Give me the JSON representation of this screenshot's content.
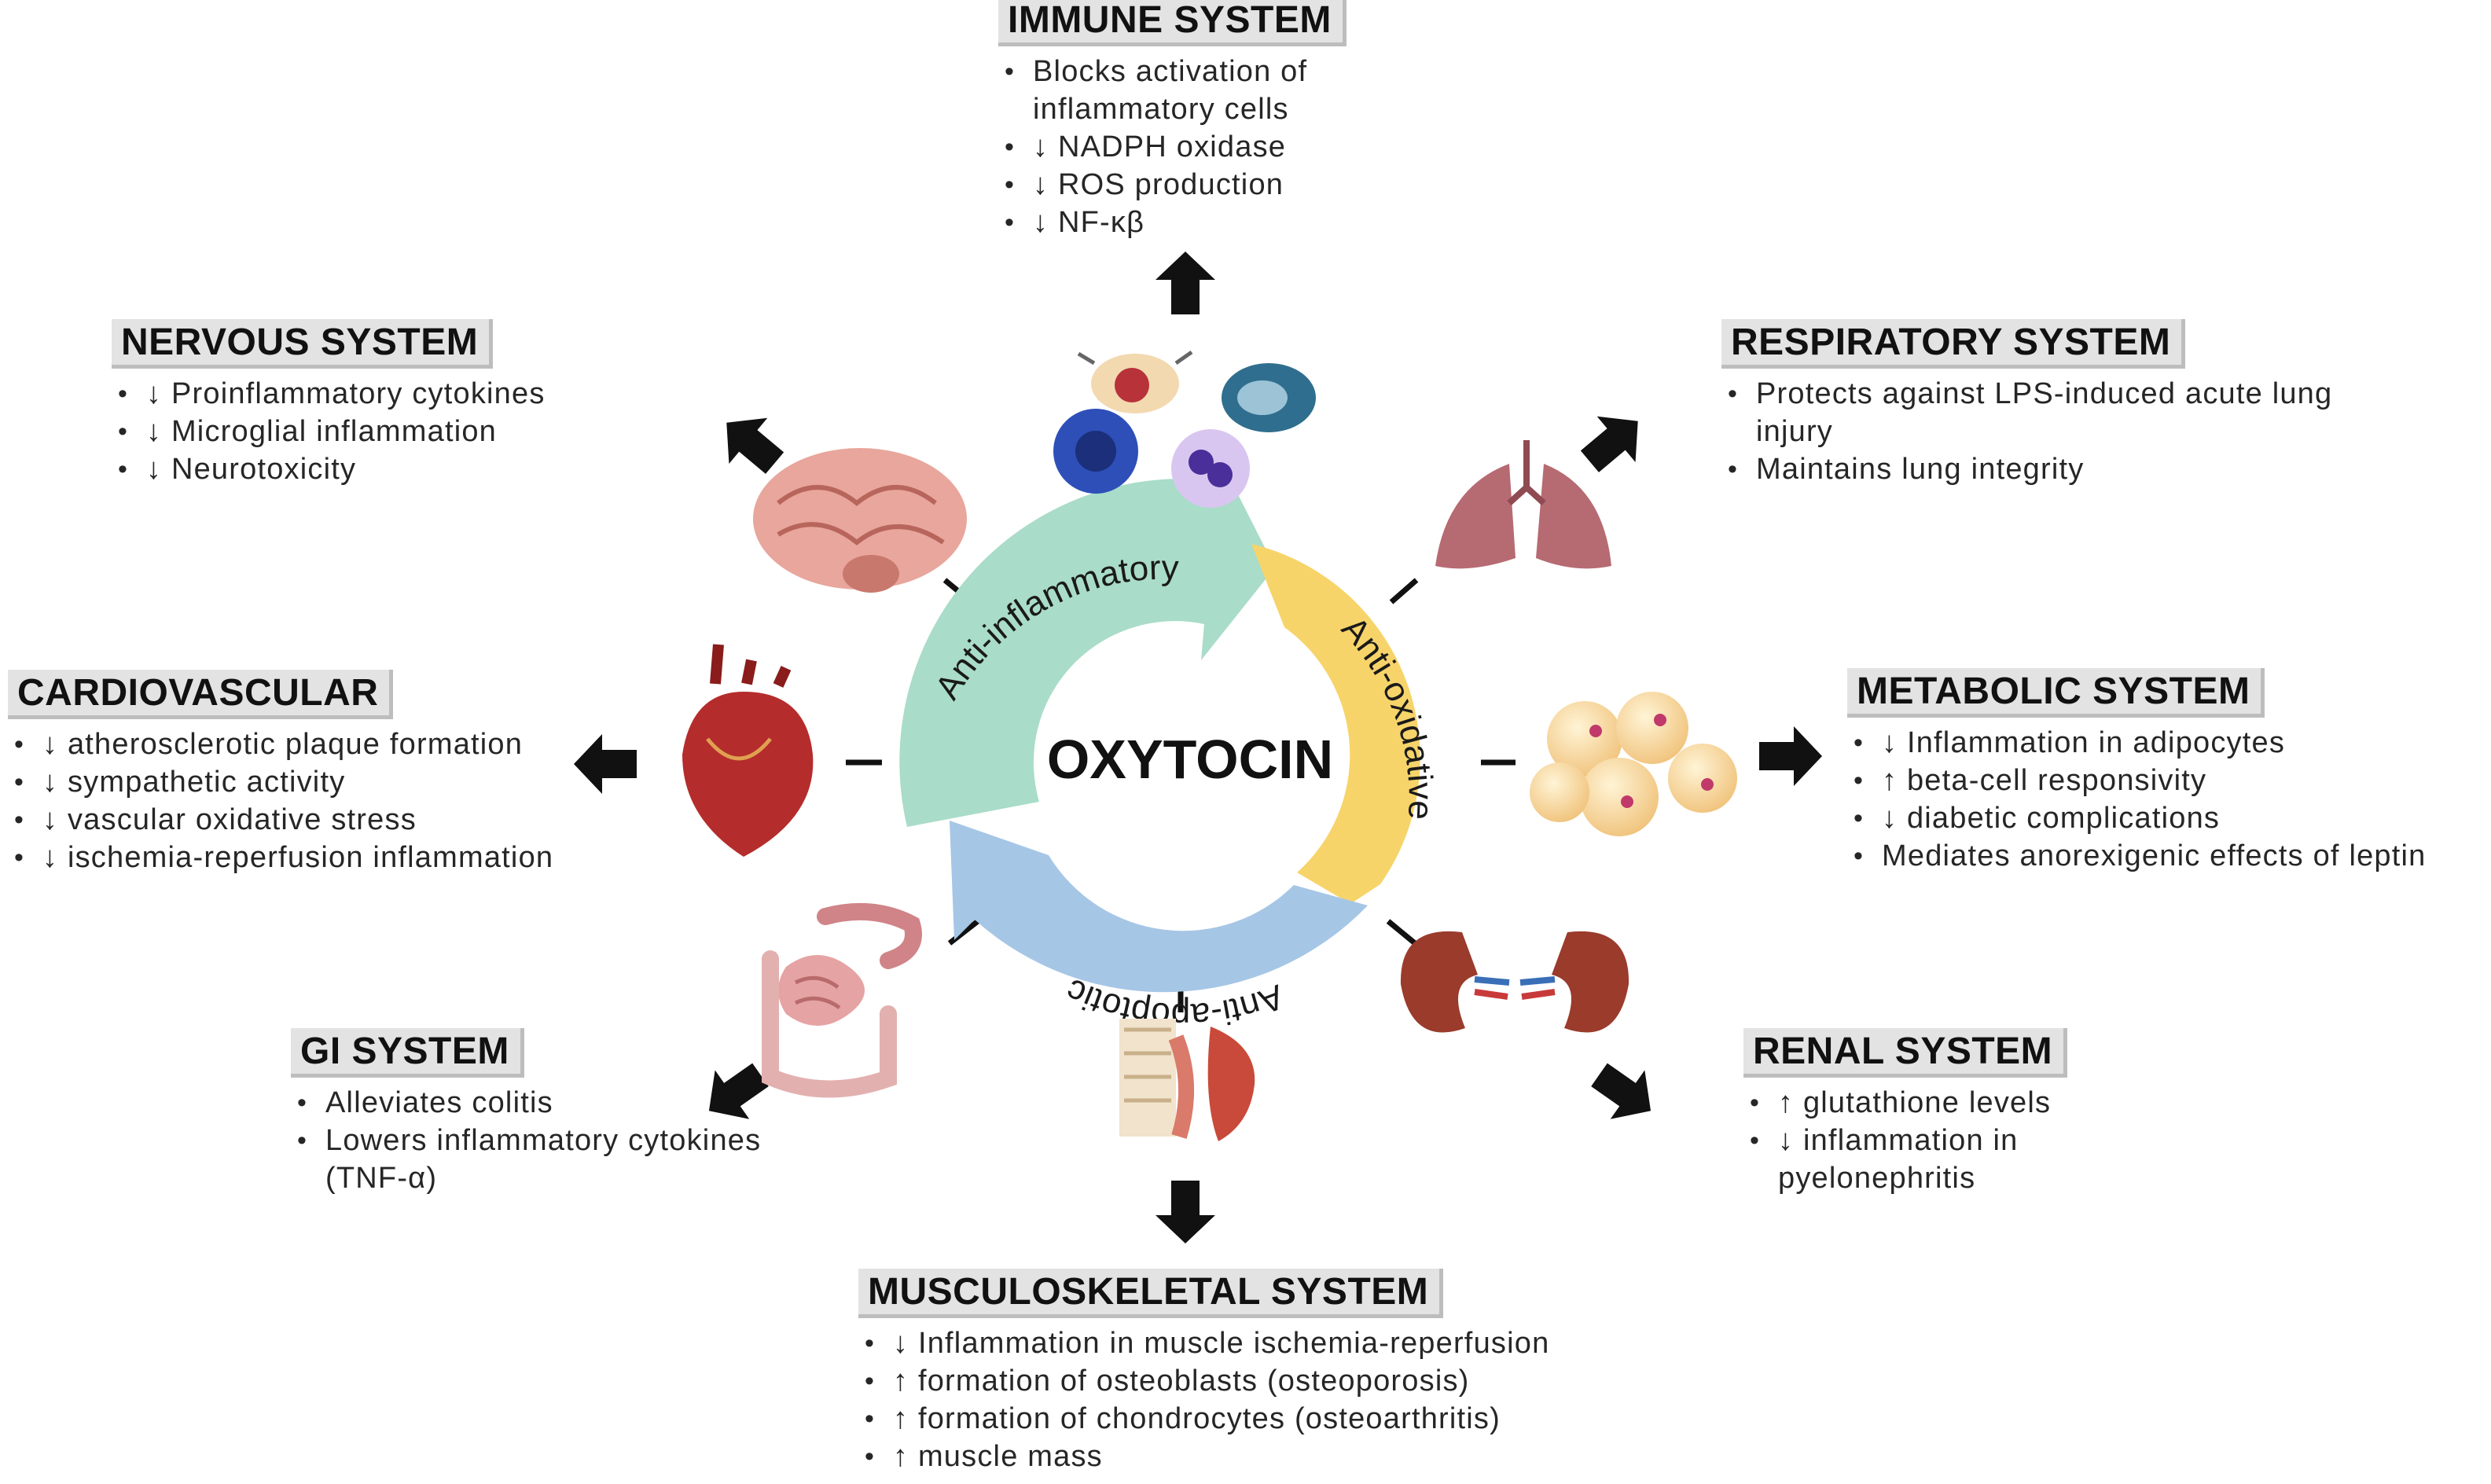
{
  "center": {
    "title": "OXYTOCIN",
    "segments": [
      "Anti-inflammatory",
      "Anti-oxidative",
      "Anti-apoptotic"
    ]
  },
  "colors": {
    "anti_inflammatory": "#a9dcc9",
    "anti_oxidative": "#f7d46a",
    "anti_apoptotic": "#a6c6e6",
    "arrow": "#111111",
    "heading_bg": "#e3e3e3",
    "heading_shadow": "#bdbdbd"
  },
  "systems": {
    "immune": {
      "title": "IMMUNE SYSTEM",
      "icon": "immune-cells-icon",
      "items": [
        "Blocks activation of inflammatory cells",
        "↓ NADPH oxidase",
        "↓ ROS production",
        "↓ NF-κβ"
      ]
    },
    "nervous": {
      "title": "NERVOUS SYSTEM",
      "icon": "brain-icon",
      "items": [
        "↓ Proinflammatory cytokines",
        "↓ Microglial inflammation",
        "↓ Neurotoxicity"
      ]
    },
    "respiratory": {
      "title": "RESPIRATORY SYSTEM",
      "icon": "lungs-icon",
      "items": [
        "Protects against LPS-induced acute lung injury",
        "Maintains lung integrity"
      ]
    },
    "cardiovascular": {
      "title": "CARDIOVASCULAR",
      "icon": "heart-icon",
      "items": [
        "↓ atherosclerotic plaque formation",
        "↓ sympathetic activity",
        "↓ vascular oxidative stress",
        "↓ ischemia-reperfusion inflammation"
      ]
    },
    "metabolic": {
      "title": "METABOLIC SYSTEM",
      "icon": "adipocytes-icon",
      "items": [
        "↓ Inflammation in adipocytes",
        "↑ beta-cell responsivity",
        "↓ diabetic complications",
        "Mediates anorexigenic effects of leptin"
      ]
    },
    "gi": {
      "title": "GI SYSTEM",
      "icon": "intestine-icon",
      "items": [
        "Alleviates colitis",
        "Lowers inflammatory cytokines  (TNF-α)"
      ]
    },
    "renal": {
      "title": "RENAL SYSTEM",
      "icon": "kidneys-icon",
      "items": [
        "↑ glutathione levels",
        "↓ inflammation in pyelonephritis"
      ]
    },
    "musculoskeletal": {
      "title": "MUSCULOSKELETAL SYSTEM",
      "icon": "muscle-icon",
      "items": [
        "↓ Inflammation in muscle ischemia-reperfusion",
        "↑ formation of osteoblasts (osteoporosis)",
        "↑ formation of chondrocytes (osteoarthritis)",
        "↑ muscle mass"
      ]
    }
  }
}
